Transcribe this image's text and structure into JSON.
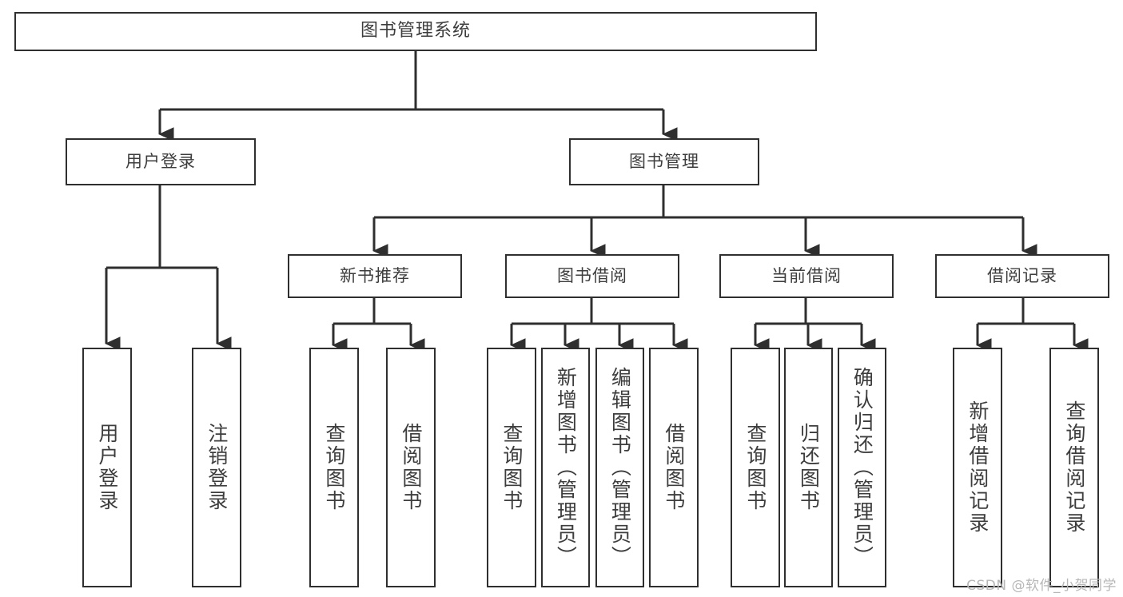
{
  "diagram": {
    "type": "tree",
    "title": "图书管理系统",
    "root": {
      "label": "图书管理系统"
    },
    "level1": [
      {
        "id": "user-login",
        "label": "用户登录"
      },
      {
        "id": "book-manage",
        "label": "图书管理"
      }
    ],
    "level2": [
      {
        "id": "new-book-recommend",
        "label": "新书推荐",
        "parent": "book-manage"
      },
      {
        "id": "book-borrow",
        "label": "图书借阅",
        "parent": "book-manage"
      },
      {
        "id": "current-borrow",
        "label": "当前借阅",
        "parent": "book-manage"
      },
      {
        "id": "borrow-record",
        "label": "借阅记录",
        "parent": "book-manage"
      }
    ],
    "leaves": [
      {
        "id": "leaf-user-login",
        "label": "用户登录",
        "parent": "user-login"
      },
      {
        "id": "leaf-user-logout",
        "label": "注销登录",
        "parent": "user-login"
      },
      {
        "id": "leaf-query-book-1",
        "label": "查询图书",
        "parent": "new-book-recommend"
      },
      {
        "id": "leaf-borrow-book-1",
        "label": "借阅图书",
        "parent": "new-book-recommend"
      },
      {
        "id": "leaf-query-book-2",
        "label": "查询图书",
        "parent": "book-borrow"
      },
      {
        "id": "leaf-add-book",
        "label": "新增图书（管理员）",
        "parent": "book-borrow"
      },
      {
        "id": "leaf-edit-book",
        "label": "编辑图书（管理员）",
        "parent": "book-borrow"
      },
      {
        "id": "leaf-borrow-book-2",
        "label": "借阅图书",
        "parent": "book-borrow"
      },
      {
        "id": "leaf-query-book-3",
        "label": "查询图书",
        "parent": "current-borrow"
      },
      {
        "id": "leaf-return-book",
        "label": "归还图书",
        "parent": "current-borrow"
      },
      {
        "id": "leaf-confirm-return",
        "label": "确认归还（管理员）",
        "parent": "current-borrow"
      },
      {
        "id": "leaf-add-record",
        "label": "新增借阅记录",
        "parent": "borrow-record"
      },
      {
        "id": "leaf-query-record",
        "label": "查询借阅记录",
        "parent": "borrow-record"
      }
    ],
    "colors": {
      "stroke": "#2f2f2f",
      "text": "#3d3d3d",
      "background": "#ffffff",
      "watermark": "#b7b7b7"
    }
  },
  "watermark": {
    "text": "CSDN @软件_小贺同学"
  }
}
